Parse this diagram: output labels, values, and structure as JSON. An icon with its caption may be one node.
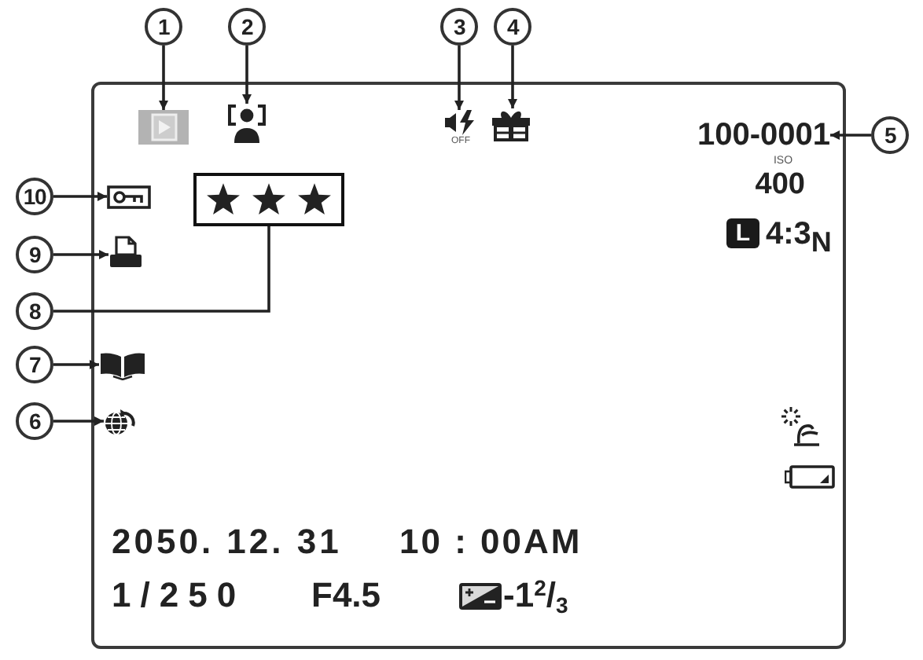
{
  "diagram": {
    "nodes": [
      {
        "text": [
          "1"
        ]
      },
      {
        "text": [
          "2"
        ]
      },
      {
        "text": [
          "3"
        ]
      },
      {
        "text": [
          "4"
        ]
      },
      {
        "text": [
          "ISO",
          "400",
          "4:3$_{N}$",
          "2050. 12. 31",
          "10 : 00AM",
          "1/250",
          "F4.5",
          "-1$^{2}$/$_{3}$"
        ]
      },
      {
        "text": [],
        "shape": "picture",
        "in": 4
      },
      {
        "text": [],
        "shape": "picture",
        "in": 4
      },
      {
        "text": [],
        "shape": "picture",
        "in": 4
      },
      {
        "text": [],
        "shape": "picture",
        "in": 4
      },
      {
        "text": [
          "100-0001"
        ],
        "in": 4
      },
      {
        "text": [
          "5"
        ]
      },
      {
        "text": [
          "10"
        ]
      },
      {
        "text": [],
        "shape": "picture",
        "in": 4
      },
      {
        "text": [],
        "shape": "box",
        "in": 4
      },
      {
        "text": [
          "9"
        ]
      },
      {
        "text": [],
        "shape": "picture",
        "in": 4
      },
      {
        "text": [
          "8"
        ]
      },
      {
        "text": [
          "L"
        ],
        "in": 4
      },
      {
        "text": [
          "7"
        ]
      },
      {
        "text": [],
        "shape": "picture",
        "in": 4
      },
      {
        "text": [
          "6"
        ]
      },
      {
        "text": [],
        "shape": "picture",
        "in": 4
      }
    ],
    "edges": [
      {
        "from": 0,
        "to": 5,
        "arrow": "to"
      },
      {
        "from": 1,
        "to": 6,
        "arrow": "to"
      },
      {
        "from": 2,
        "to": 7,
        "arrow": "to"
      },
      {
        "from": 3,
        "to": 8,
        "arrow": "to"
      },
      {
        "from": 10,
        "to": 9,
        "arrow": "to"
      },
      {
        "from": 11,
        "to": 12,
        "arrow": "to"
      },
      {
        "from": 14,
        "to": 15,
        "arrow": "to"
      },
      {
        "from": 16,
        "to": 13,
        "arrow": "none"
      },
      {
        "from": 18,
        "to": 19,
        "arrow": "to"
      },
      {
        "from": 20,
        "to": 21,
        "arrow": "to"
      }
    ],
    "labels": [
      "OFF"
    ]
  }
}
